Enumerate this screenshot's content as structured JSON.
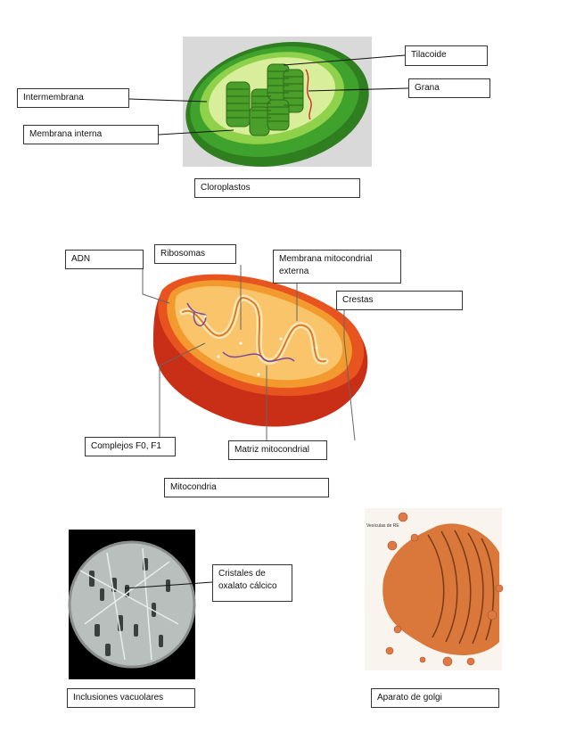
{
  "chloroplast": {
    "labels": {
      "tilacoide": "Tilacoide",
      "grana": "Grana",
      "intermembrana": "Intermembrana",
      "membrana_interna": "Membrana interna",
      "caption": "Cloroplastos"
    },
    "colors": {
      "outer": "#3e9a2a",
      "inner": "#8fd14a",
      "stroma": "#d8ee9a",
      "bg": "#d9d9d9"
    }
  },
  "mitochondria": {
    "labels": {
      "adn": "ADN",
      "ribosomas": "Ribosomas",
      "membrana_externa": "Membrana mitocondrial\nexterna",
      "crestas": "Crestas",
      "complejos": "Complejos F0, F1",
      "matriz": "Matriz mitocondrial",
      "caption": "Mitocondria"
    },
    "colors": {
      "outer": "#d4331c",
      "inner": "#f39a2e",
      "matrix": "#f9c46a"
    }
  },
  "vacuole": {
    "labels": {
      "cristales": "Cristales de\noxalato cálcico",
      "caption": "Inclusiones vacuolares"
    }
  },
  "golgi": {
    "labels": {
      "vesicles": "Vesículas de RE",
      "caption": "Aparato de golgi"
    },
    "colors": {
      "body": "#d9783a",
      "vesicle": "#e07a45"
    }
  }
}
